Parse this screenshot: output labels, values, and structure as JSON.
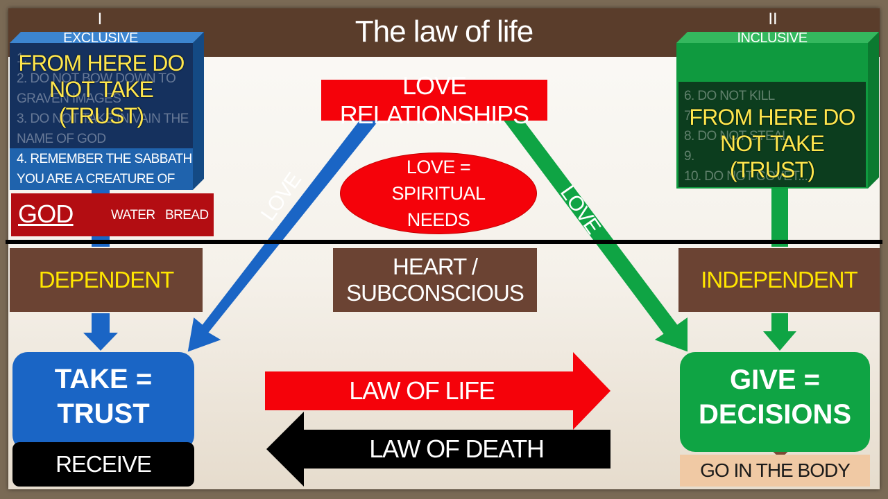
{
  "title": "The law of life",
  "left_panel": {
    "numeral": "I",
    "label": "EXCLUSIVE",
    "commands": [
      "1. ",
      "2. DO NOT BOW DOWN TO",
      "GRAVEN IMAGES",
      "3. DO NOT TAKE IN VAIN THE",
      "NAME OF GOD"
    ],
    "command_4": "4. REMEMBER THE SABBATH",
    "creature": "YOU ARE A CREATURE OF GOD",
    "overlay": [
      "FROM HERE DO",
      "NOT TAKE",
      "(TRUST)"
    ]
  },
  "right_panel": {
    "numeral": "II",
    "label": "INCLUSIVE",
    "commands": [
      "6. DO NOT KILL",
      "7. ",
      "8. DO NOT STEAL",
      "9. ",
      "10. DO NOT COVET..."
    ],
    "overlay": [
      "FROM HERE DO",
      "NOT TAKE (TRUST)"
    ]
  },
  "god_bar": {
    "god": "GOD",
    "water": "WATER",
    "bread": "BREAD"
  },
  "center": {
    "love_relationships": "LOVE RELATIONSHIPS",
    "ellipse": [
      "LOVE =",
      "SPIRITUAL",
      "NEEDS"
    ],
    "love_left": "LOVE",
    "love_right": "LOVE",
    "heart": [
      "HEART /",
      "SUBCONSCIOUS"
    ]
  },
  "dependent": "DEPENDENT",
  "independent": "INDEPENDENT",
  "take": [
    "TAKE =",
    "TRUST"
  ],
  "receive": "RECEIVE",
  "give": [
    "GIVE =",
    "DECISIONS"
  ],
  "go_in_body": "GO IN THE BODY",
  "law_of_life": "LAW OF LIFE",
  "law_of_death": "LAW OF DEATH",
  "colors": {
    "brown": "#5a3d2b",
    "red": "#f5020a",
    "blue": "#1a65c5",
    "green": "#0fa444",
    "yellow": "#ffe600"
  }
}
